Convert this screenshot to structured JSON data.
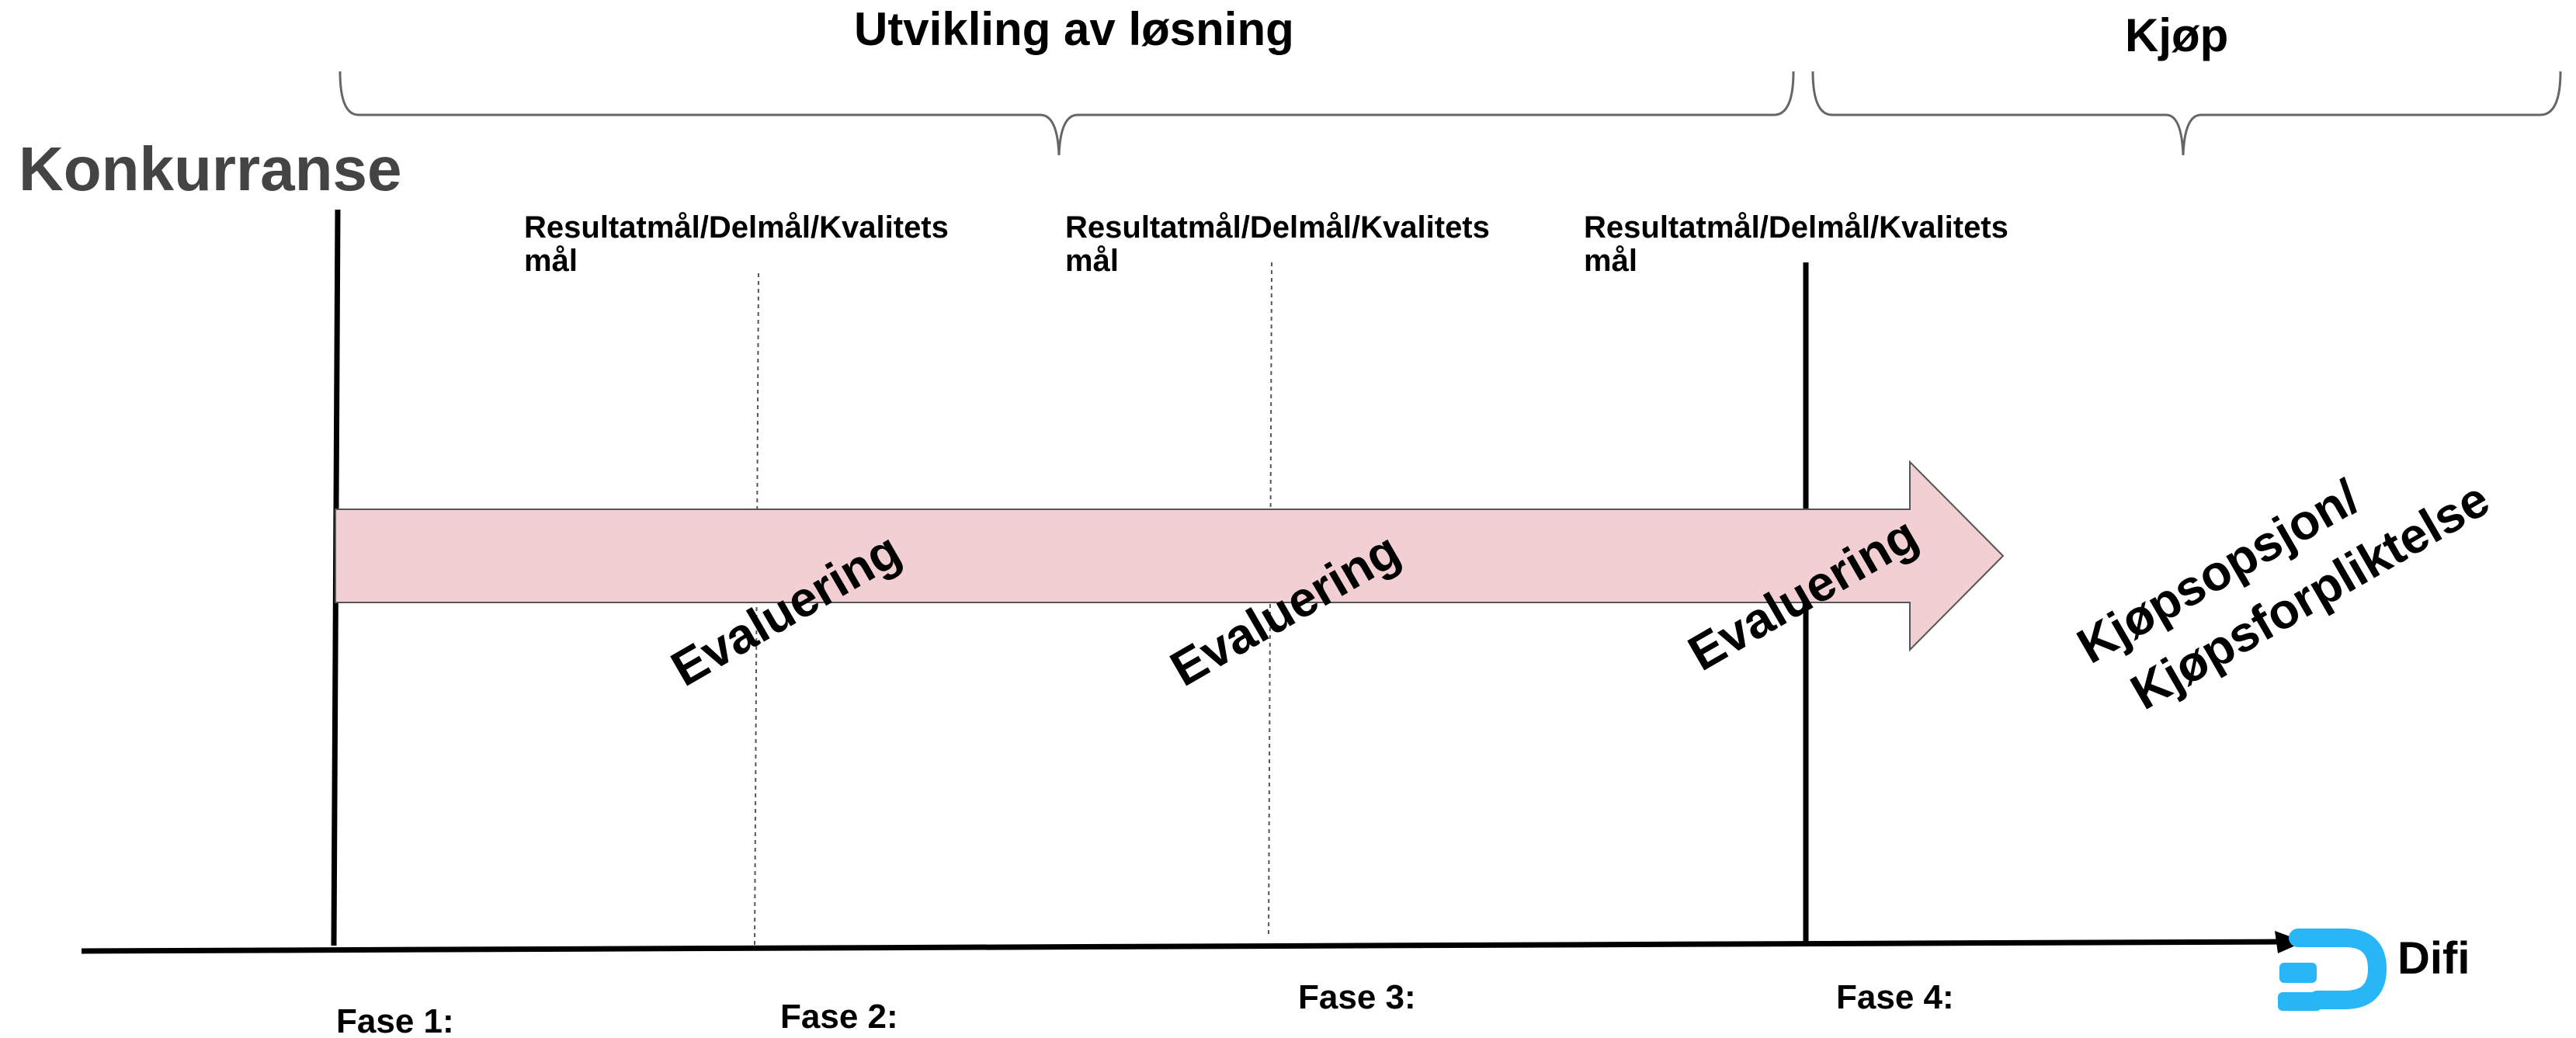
{
  "header": {
    "development_label": "Utvikling av løsning",
    "purchase_label": "Kjøp"
  },
  "sidebar_title": "Konkurranse",
  "goals": [
    {
      "line1": "Resultatmål/Delmål/Kvalitets",
      "line2": "mål"
    },
    {
      "line1": "Resultatmål/Delmål/Kvalitets",
      "line2": "mål"
    },
    {
      "line1": "Resultatmål/Delmål/Kvalitets",
      "line2": "mål"
    }
  ],
  "evaluations": [
    "Evaluering",
    "Evaluering",
    "Evaluering"
  ],
  "purchase_option": {
    "line1": "Kjøpsopsjon/",
    "line2": "Kjøpsforpliktelse"
  },
  "phases": [
    "Fase 1:",
    "Fase 2:",
    "Fase 3:",
    "Fase 4:"
  ],
  "logo": {
    "text": "Difi",
    "icon": "difi-logo-icon",
    "color": "#29b6f6"
  },
  "colors": {
    "arrow_fill": "#f2cfd3",
    "arrow_stroke": "#555555",
    "title_gray": "#444444"
  }
}
